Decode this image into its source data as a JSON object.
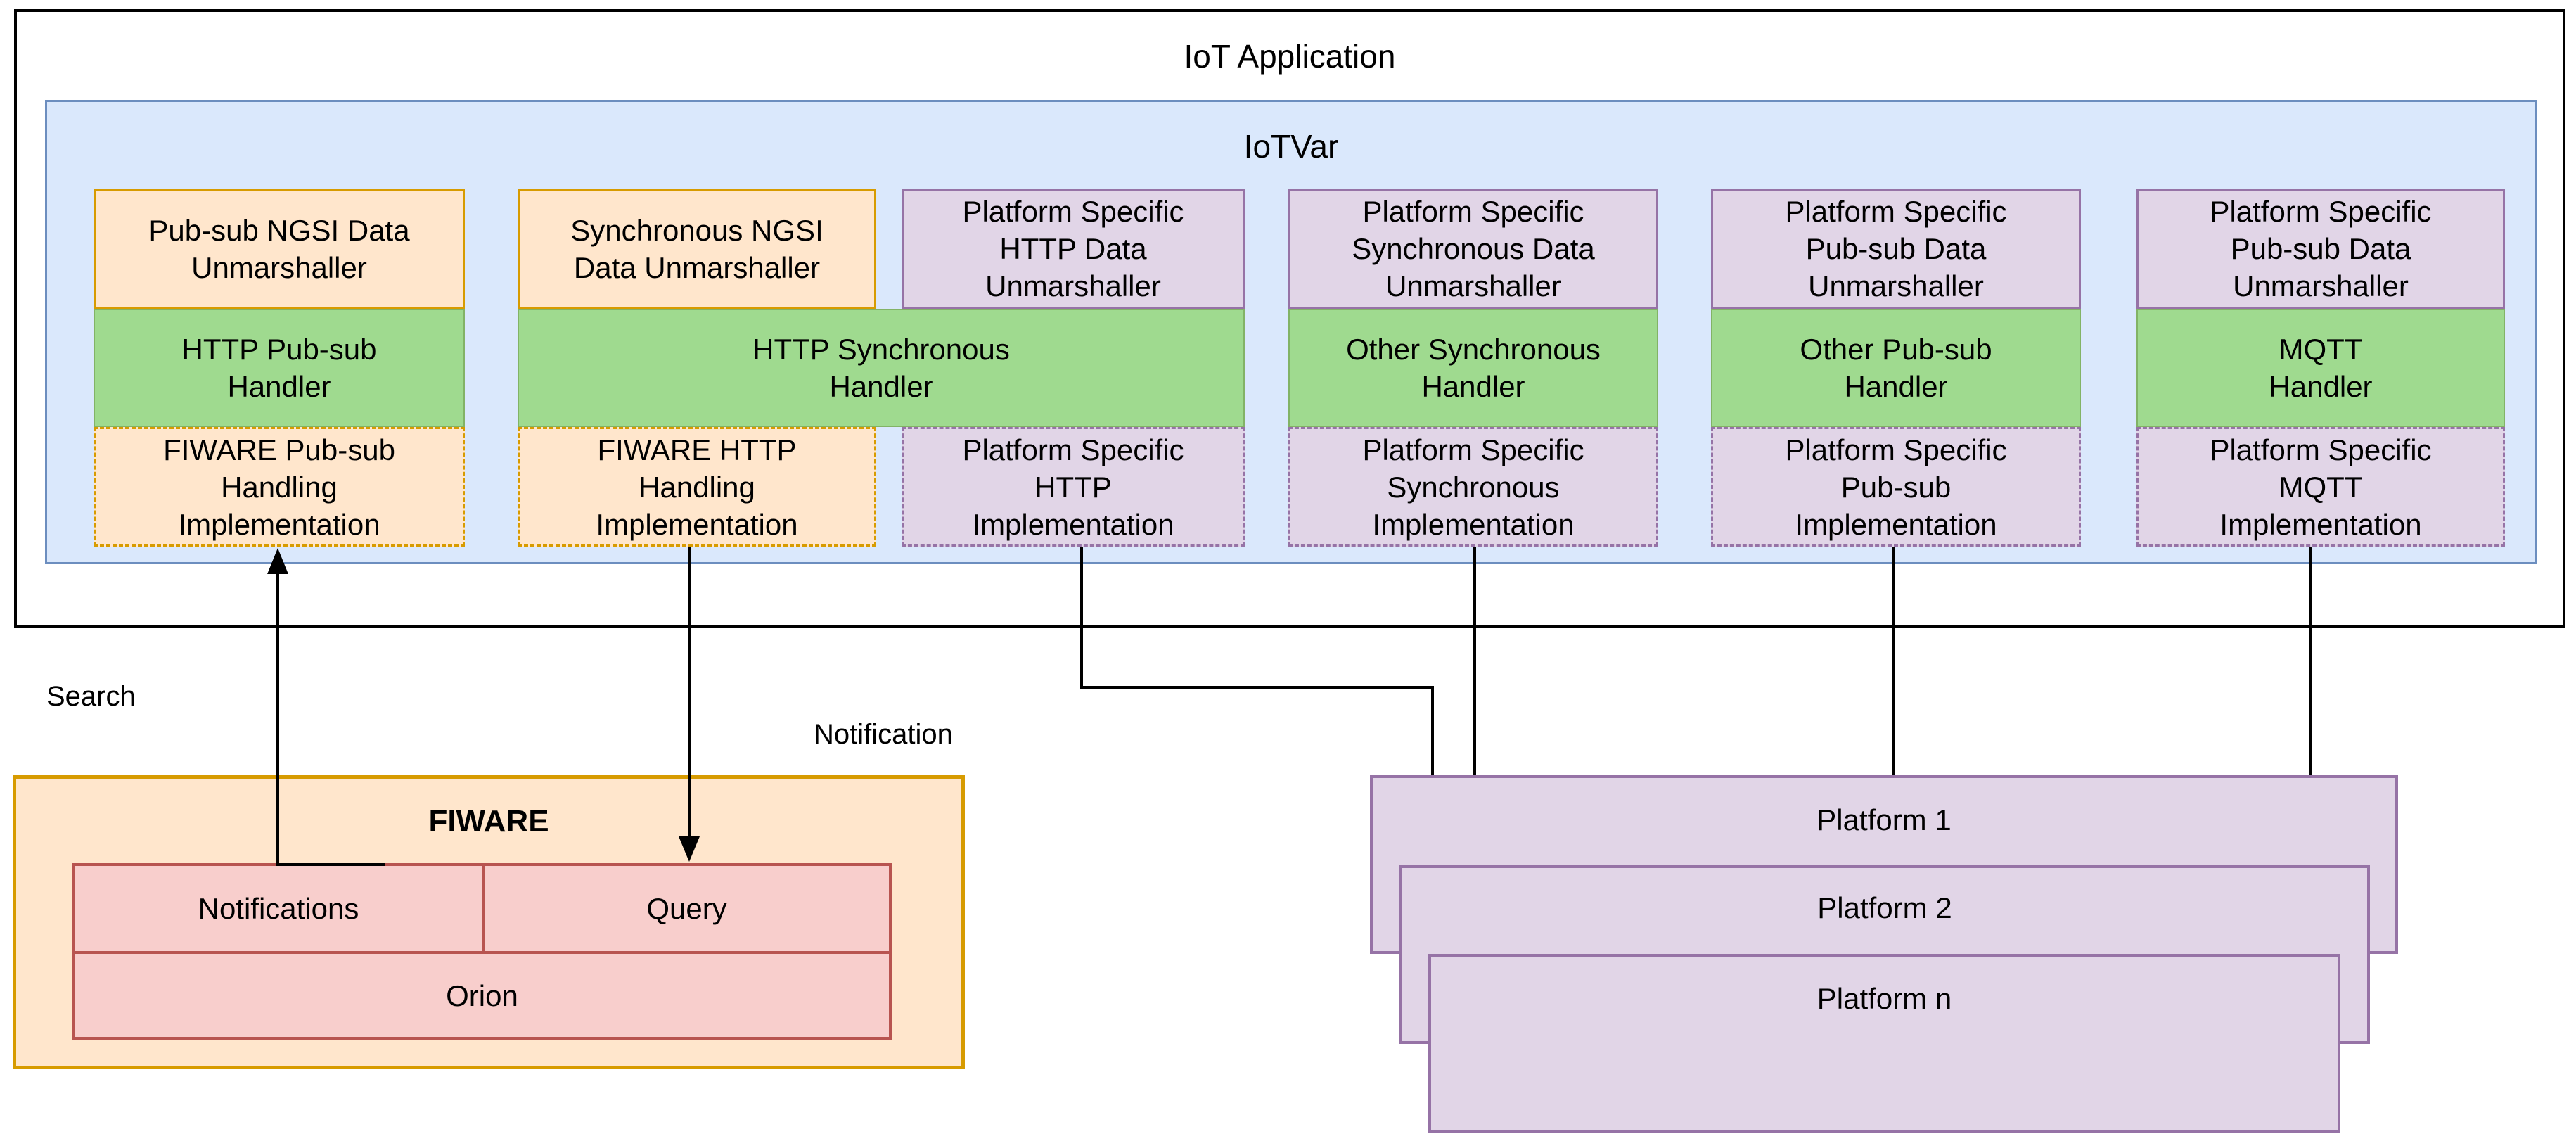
{
  "app": {
    "title": "IoT Application"
  },
  "iotvar": {
    "label": "IoTVar",
    "unmarshallers": [
      "Pub-sub NGSI Data\nUnmarshaller",
      "Synchronous NGSI\nData Unmarshaller",
      "Platform Specific\nHTTP Data\nUnmarshaller",
      "Platform Specific\nSynchronous Data\nUnmarshaller",
      "Platform Specific\nPub-sub Data\nUnmarshaller",
      "Platform Specific\nPub-sub Data\nUnmarshaller"
    ],
    "handlers": [
      "HTTP Pub-sub\nHandler",
      "HTTP Synchronous\nHandler",
      "Other Synchronous\nHandler",
      "Other Pub-sub\nHandler",
      "MQTT\nHandler"
    ],
    "implementations": [
      "FIWARE Pub-sub\nHandling\nImplementation",
      "FIWARE HTTP\nHandling\nImplementation",
      "Platform Specific\nHTTP\nImplementation",
      "Platform Specific\nSynchronous\nImplementation",
      "Platform Specific\nPub-sub\nImplementation",
      "Platform Specific\nMQTT\nImplementation"
    ]
  },
  "annotations": {
    "search": "Search",
    "notification": "Notification"
  },
  "fiware": {
    "title": "FIWARE",
    "notifications": "Notifications",
    "query": "Query",
    "orion": "Orion"
  },
  "platforms": [
    "Platform 1",
    "Platform 2",
    "Platform n"
  ],
  "colors": {
    "iotvar_fill": "#dae8fc",
    "iotvar_border": "#6c8ebf",
    "ngsi_fill": "#ffe6cc",
    "ngsi_border": "#d79b00",
    "handler_fill": "#9fda8f",
    "handler_border": "#82b366",
    "platform_fill": "#e1d5e7",
    "platform_border": "#9673a6",
    "fiware_cell_fill": "#f8cecc",
    "fiware_cell_border": "#b85450",
    "connector": "#000000"
  }
}
